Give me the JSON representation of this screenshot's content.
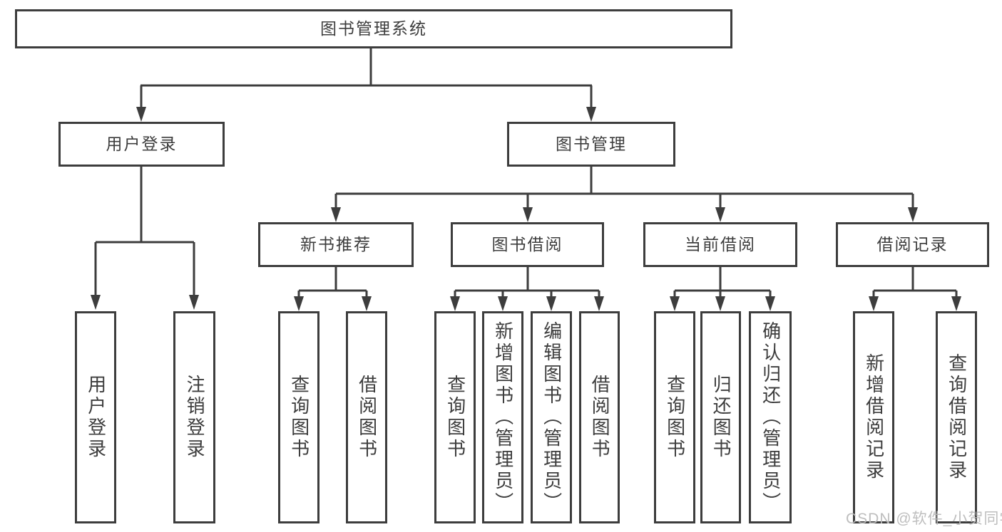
{
  "colors": {
    "line": "#3d3d3d",
    "text": "#3d3d3d",
    "box_background": "#ffffff",
    "page_background": "#ffffff",
    "watermark": "#bbbbbb"
  },
  "diagram": {
    "root": {
      "label": "图书管理系统"
    },
    "level2": [
      {
        "label": "用户登录"
      },
      {
        "label": "图书管理"
      }
    ],
    "level3": [
      {
        "label": "新书推荐"
      },
      {
        "label": "图书借阅"
      },
      {
        "label": "当前借阅"
      },
      {
        "label": "借阅记录"
      }
    ],
    "leaves": [
      {
        "label": "用户登录"
      },
      {
        "label": "注销登录"
      },
      {
        "label": "查询图书"
      },
      {
        "label": "借阅图书"
      },
      {
        "label": "查询图书"
      },
      {
        "label": "新增图书（管理员）"
      },
      {
        "label": "编辑图书（管理员）"
      },
      {
        "label": "借阅图书"
      },
      {
        "label": "查询图书"
      },
      {
        "label": "归还图书"
      },
      {
        "label": "确认归还（管理员）"
      },
      {
        "label": "新增借阅记录"
      },
      {
        "label": "查询借阅记录"
      }
    ]
  },
  "watermark": {
    "text": "CSDN @软件_小贺同学"
  }
}
